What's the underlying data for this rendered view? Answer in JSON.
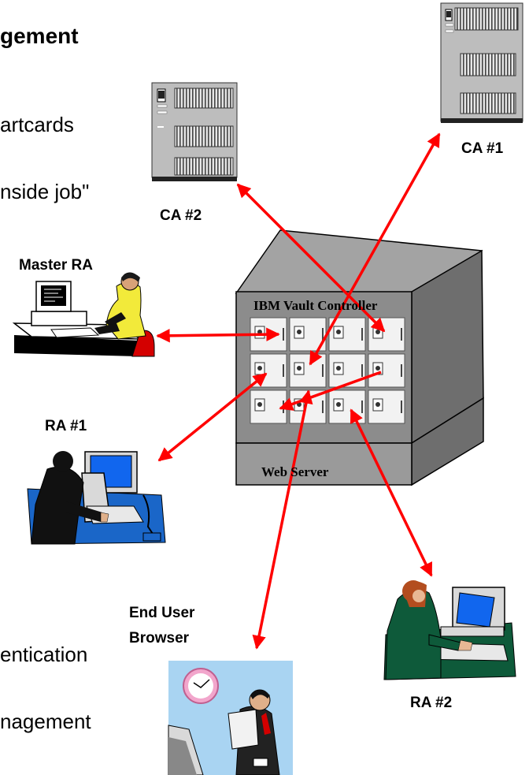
{
  "slide": {
    "heading_fragment": "gement",
    "bullets": [
      "artcards",
      "nside job\"",
      "entication",
      "nagement"
    ]
  },
  "diagram": {
    "vault_label": "IBM Vault Controller",
    "webserver_label": "Web Server",
    "nodes": {
      "ca1": "CA #1",
      "ca2": "CA #2",
      "master_ra": "Master RA",
      "ra1": "RA #1",
      "ra2": "RA #2",
      "end_user_line1": "End User",
      "end_user_line2": "Browser"
    },
    "colors": {
      "arrow": "#ff0000",
      "server_gray": "#bdbdbd",
      "vault_gray": "#8c8c8c"
    }
  }
}
